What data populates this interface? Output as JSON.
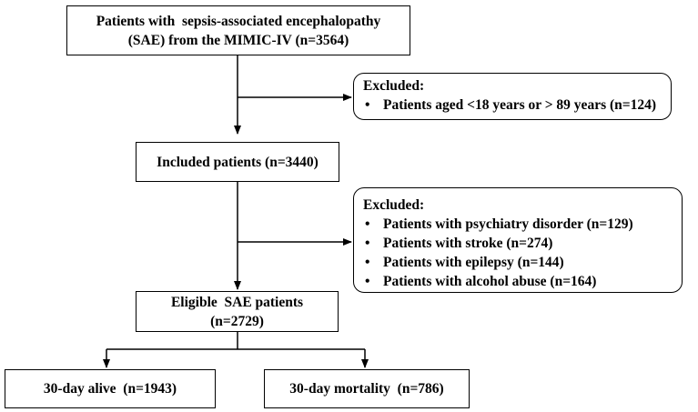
{
  "flowchart": {
    "source": {
      "line1": "Patients with  sepsis-associated encephalopathy",
      "line2": "(SAE) from the MIMIC-IV (n=3564)"
    },
    "exclusion_1": {
      "title": "Excluded:",
      "items": [
        "Patients aged <18 years or > 89 years (n=124)"
      ]
    },
    "included": {
      "label": "Included patients (n=3440)"
    },
    "exclusion_2": {
      "title": "Excluded:",
      "items": [
        "Patients with psychiatry disorder (n=129)",
        "Patients with stroke (n=274)",
        "Patients with epilepsy (n=144)",
        "Patients with alcohol abuse (n=164)"
      ]
    },
    "eligible": {
      "line1": "Eligible  SAE patients",
      "line2": "(n=2729)"
    },
    "outcomes": {
      "alive": "30-day alive  (n=1943)",
      "mortality": "30-day mortality  (n=786)"
    }
  },
  "colors": {
    "line": "#000000",
    "box_fill": "#ffffff"
  }
}
